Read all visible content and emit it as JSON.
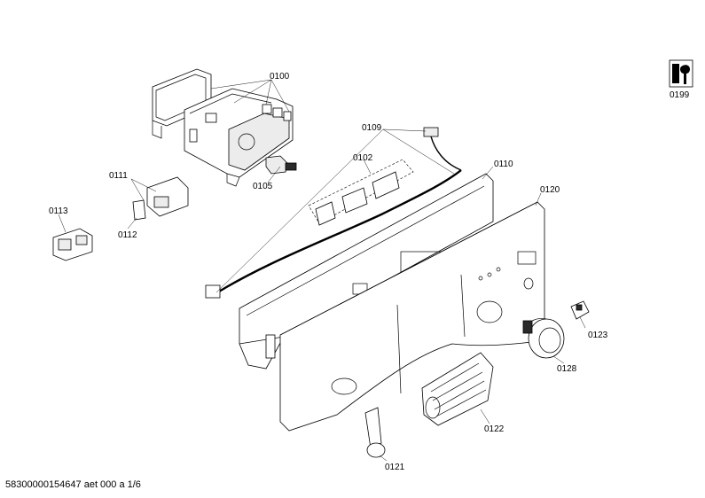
{
  "diagram": {
    "parts": [
      {
        "id": "p0100",
        "label": "0100"
      },
      {
        "id": "p0105",
        "label": "0105"
      },
      {
        "id": "p0109",
        "label": "0109"
      },
      {
        "id": "p0102",
        "label": "0102"
      },
      {
        "id": "p0110",
        "label": "0110"
      },
      {
        "id": "p0120",
        "label": "0120"
      },
      {
        "id": "p0111",
        "label": "0111"
      },
      {
        "id": "p0112",
        "label": "0112"
      },
      {
        "id": "p0113",
        "label": "0113"
      },
      {
        "id": "p0123",
        "label": "0123"
      },
      {
        "id": "p0128",
        "label": "0128"
      },
      {
        "id": "p0122",
        "label": "0122"
      },
      {
        "id": "p0121",
        "label": "0121"
      },
      {
        "id": "p0199",
        "label": "0199"
      }
    ],
    "service_icon": "wrench-document-icon"
  },
  "footer": {
    "document_id": "58300000154647 aet 000 a 1/6"
  }
}
